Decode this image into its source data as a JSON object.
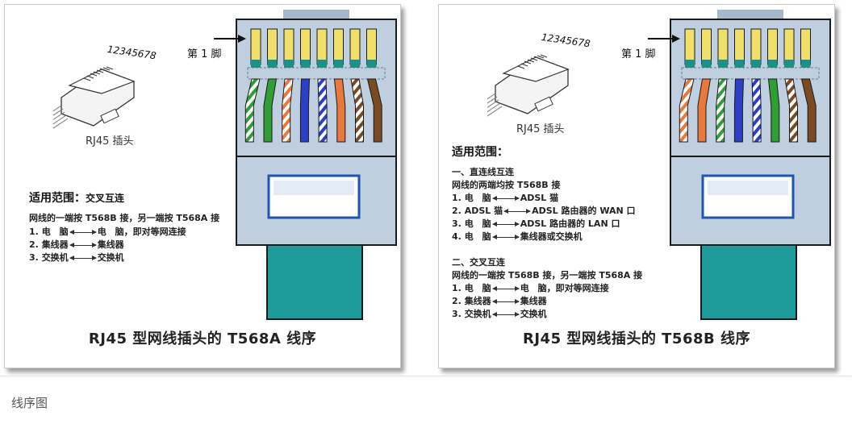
{
  "panels": [
    {
      "pin_numbers": "12345678",
      "connector_label": "RJ45 插头",
      "pin1_label": "第 1 脚",
      "section_title": "适用范围：",
      "section_subtitle": "交叉互连",
      "rule_line": "网线的一端按 T568B 接，另一端按 T568A 接",
      "pairs": [
        {
          "num": "1.",
          "left": "电　脑",
          "right": "电　脑，即对等网连接"
        },
        {
          "num": "2.",
          "left": "集线器",
          "right": "集线器"
        },
        {
          "num": "3.",
          "left": "交换机",
          "right": "交换机"
        }
      ],
      "caption": "RJ45 型网线插头的 T568A 线序",
      "wires": [
        {
          "base": "#ffffff",
          "stripe": "#2e9e35"
        },
        {
          "base": "#2e9e35",
          "stripe": null
        },
        {
          "base": "#ffffff",
          "stripe": "#e8783c"
        },
        {
          "base": "#2d3ec7",
          "stripe": null
        },
        {
          "base": "#ffffff",
          "stripe": "#2d3ec7"
        },
        {
          "base": "#e8783c",
          "stripe": null
        },
        {
          "base": "#ffffff",
          "stripe": "#7a4a22"
        },
        {
          "base": "#7a4a22",
          "stripe": null
        }
      ]
    },
    {
      "pin_numbers": "12345678",
      "connector_label": "RJ45 插头",
      "pin1_label": "第 1 脚",
      "section_title": "适用范围：",
      "straight_title": "一、直连线互连",
      "straight_rule": "网线的两端均按 T568B 接",
      "straight_items": [
        {
          "num": "1.",
          "left": "电　脑",
          "right": "ADSL 猫"
        },
        {
          "num": "2.",
          "left": "ADSL 猫",
          "right": "ADSL 路由器的 WAN 口"
        },
        {
          "num": "3.",
          "left": "电　脑",
          "right": "ADSL 路由器的 LAN 口"
        },
        {
          "num": "4.",
          "left": "电　脑",
          "right": "集线器或交换机"
        }
      ],
      "cross_title": "二、交叉互连",
      "cross_rule": "网线的一端按 T568B 接，另一端按 T568A 接",
      "cross_items": [
        {
          "num": "1.",
          "left": "电　脑",
          "right": "电　脑，即对等网连接"
        },
        {
          "num": "2.",
          "left": "集线器",
          "right": "集线器"
        },
        {
          "num": "3.",
          "left": "交换机",
          "right": "交换机"
        }
      ],
      "caption": "RJ45 型网线插头的 T568B 线序",
      "wires": [
        {
          "base": "#ffffff",
          "stripe": "#e8783c"
        },
        {
          "base": "#e8783c",
          "stripe": null
        },
        {
          "base": "#ffffff",
          "stripe": "#2e9e35"
        },
        {
          "base": "#2d3ec7",
          "stripe": null
        },
        {
          "base": "#ffffff",
          "stripe": "#2d3ec7"
        },
        {
          "base": "#2e9e35",
          "stripe": null
        },
        {
          "base": "#ffffff",
          "stripe": "#7a4a22"
        },
        {
          "base": "#7a4a22",
          "stripe": null
        }
      ]
    }
  ],
  "footer_caption": "线序图",
  "colors": {
    "connector_body": "#c0cfe0",
    "connector_top": "#a6b8cb",
    "contact_gold": "#f0e06a",
    "boot_teal": "#1e9b9b",
    "window_blue": "#1c56b0",
    "outline": "#1a1a1a"
  }
}
